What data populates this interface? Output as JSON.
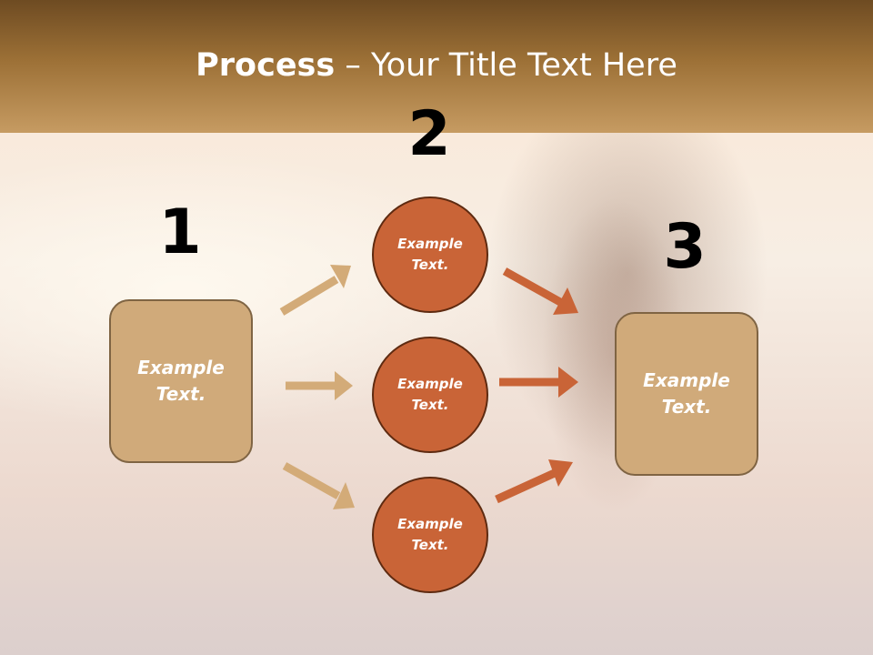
{
  "slide": {
    "title_bold": "Process",
    "title_rest": " – Your Title Text Here"
  },
  "steps": {
    "one": "1",
    "two": "2",
    "three": "3"
  },
  "left_box": {
    "line1": "Example",
    "line2": "Text."
  },
  "right_box": {
    "line1": "Example",
    "line2": "Text."
  },
  "circles": [
    {
      "line1": "Example",
      "line2": "Text."
    },
    {
      "line1": "Example",
      "line2": "Text."
    },
    {
      "line1": "Example",
      "line2": "Text."
    }
  ],
  "colors": {
    "header": "#9c7036",
    "box_fill": "#d0aa7a",
    "circle_fill": "#c96437",
    "arrow_tan": "#d3ab78",
    "arrow_orange": "#c96437"
  }
}
